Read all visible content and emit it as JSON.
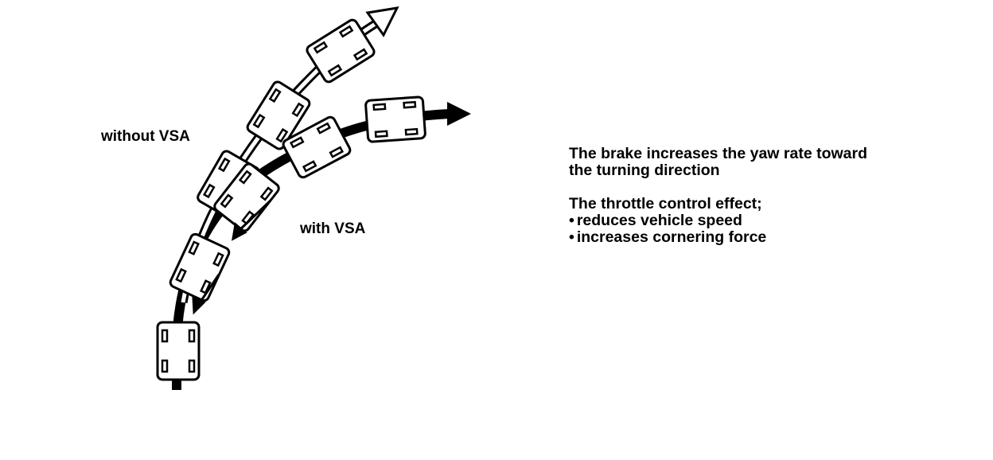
{
  "labels": {
    "without": "without VSA",
    "with": "with VSA"
  },
  "description": {
    "brake_line1": "The brake increases the yaw rate toward",
    "brake_line2": "the turning direction",
    "throttle_title": "The throttle control effect;",
    "bullets": [
      "reduces vehicle speed",
      "increases cornering force"
    ]
  },
  "colors": {
    "ink": "#000000",
    "paper": "#ffffff"
  }
}
